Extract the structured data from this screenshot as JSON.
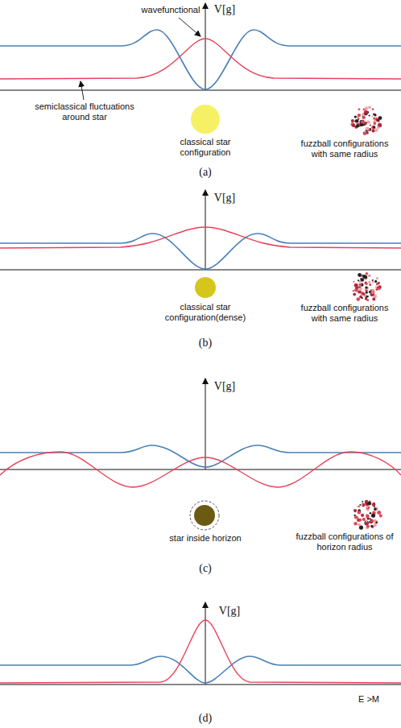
{
  "diagram": {
    "labels": [
      "wavefunctional",
      "V[g]",
      "semiclassical fluctuations around star",
      "classical star configuration",
      "fuzzball configurations with same radius",
      "(a)",
      "V[g]",
      "classical star configuration(dense)",
      "fuzzball configurations with same radius",
      "(b)",
      "V[g]",
      "star inside horizon",
      "fuzzball configurations of horizon radius",
      "(c)",
      "V[g]",
      "E >M",
      "(d)"
    ]
  }
}
